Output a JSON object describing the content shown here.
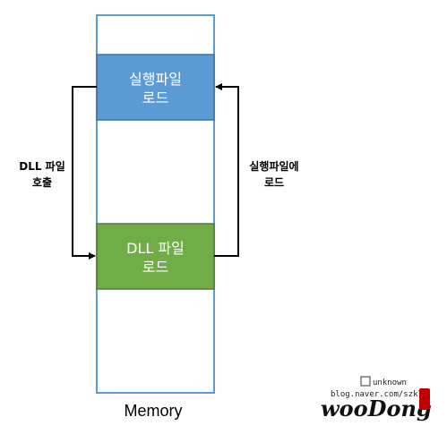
{
  "memory": {
    "label": "Memory"
  },
  "exe_block": {
    "line1": "실행파일",
    "line2": "로드"
  },
  "dll_block": {
    "line1": "DLL 파일",
    "line2": "로드"
  },
  "left_arrow_label": {
    "line1": "DLL 파일",
    "line2": "호출"
  },
  "right_arrow_label": {
    "line1": "실행파일에",
    "line2": "로드"
  },
  "watermark": {
    "tag": "unknown",
    "url": "blog.naver.com/szk7",
    "name": "wooDong"
  },
  "colors": {
    "memory_border": "#5b9bd5",
    "exe_fill": "#5b9bd5",
    "exe_border": "#41719c",
    "dll_fill": "#70ad47",
    "dll_border": "#507e32",
    "arrow": "#000000",
    "watermark_accent": "#c00000"
  }
}
